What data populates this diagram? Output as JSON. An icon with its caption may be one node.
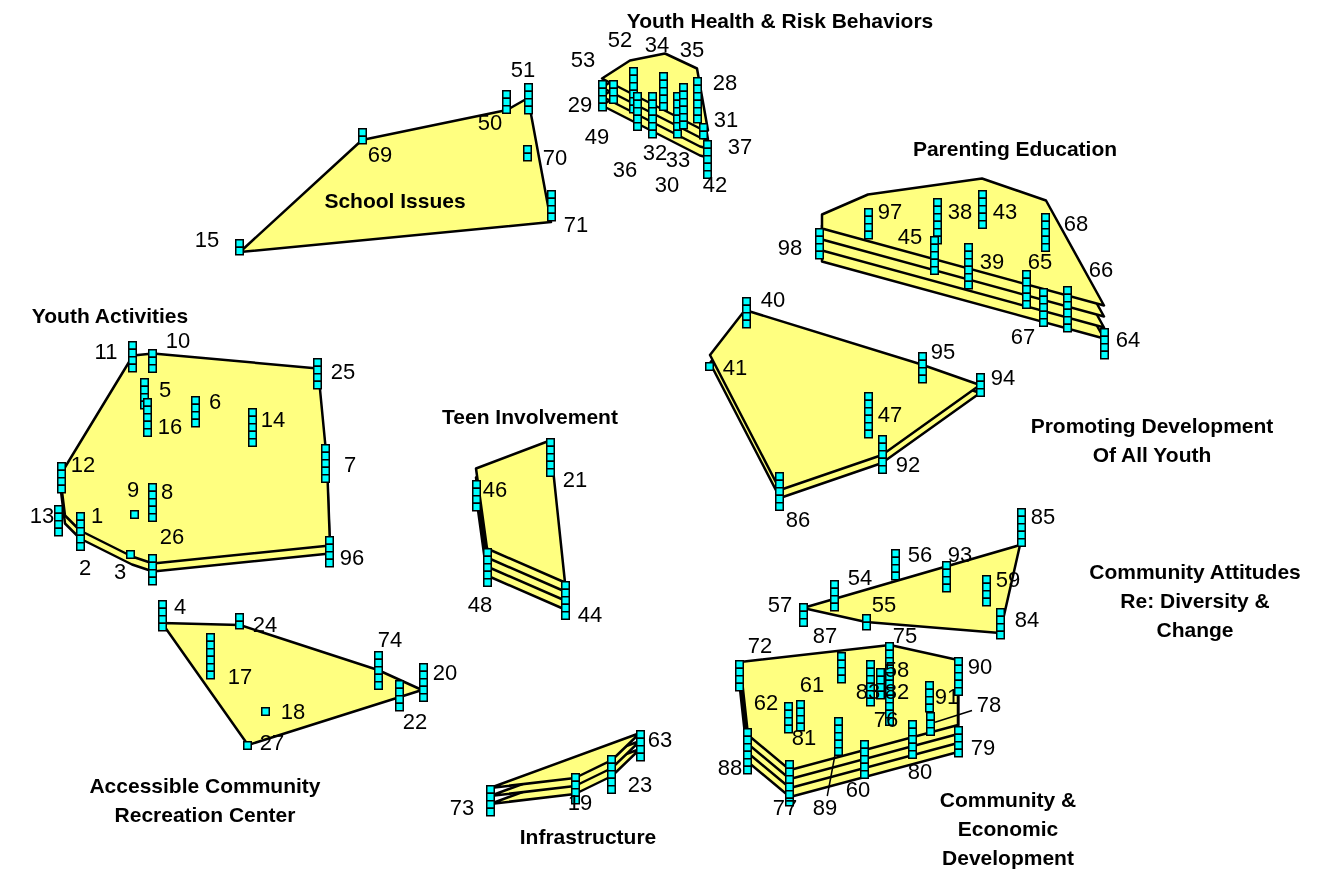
{
  "diagram": {
    "nodes": [
      {
        "text": [
          "School Issues"
        ]
      },
      {
        "text": [
          "Youth Health & Risk Behaviors"
        ]
      },
      {
        "text": [
          "Parenting Education"
        ]
      },
      {
        "text": [
          "Youth Activities"
        ]
      },
      {
        "text": [
          "Teen Involvement"
        ]
      },
      {
        "text": [
          "Promoting Development Of All Youth"
        ]
      },
      {
        "text": [
          "Accessible Community Recreation Center"
        ]
      },
      {
        "text": [
          "Infrastructure"
        ]
      },
      {
        "text": [
          "Community Attitudes Re: Diversity & Change"
        ]
      },
      {
        "text": [
          "Community & Economic Development"
        ]
      },
      {
        "text": [
          "78"
        ]
      },
      {
        "text": [],
        "shape": "bar",
        "in": 9
      },
      {
        "text": [
          "89"
        ]
      },
      {
        "text": [],
        "shape": "bar",
        "in": 9
      }
    ],
    "edges": [
      {
        "from": 10,
        "to": 13,
        "arrow": "none"
      },
      {
        "from": 12,
        "to": 11,
        "arrow": "none"
      }
    ],
    "labels": [
      "51",
      "50",
      "69",
      "70",
      "15",
      "71",
      "53",
      "52",
      "34",
      "35",
      "28",
      "29",
      "31",
      "49",
      "37",
      "32",
      "33",
      "36",
      "30",
      "42",
      "97",
      "38",
      "43",
      "68",
      "98",
      "45",
      "39",
      "65",
      "66",
      "67",
      "64",
      "40",
      "95",
      "41",
      "94",
      "47",
      "92",
      "86",
      "11",
      "10",
      "25",
      "5",
      "6",
      "16",
      "14",
      "12",
      "7",
      "9",
      "8",
      "13",
      "1",
      "26",
      "2",
      "3",
      "96",
      "21",
      "46",
      "48",
      "44",
      "4",
      "24",
      "74",
      "17",
      "20",
      "18",
      "22",
      "27",
      "63",
      "23",
      "73",
      "19",
      "85",
      "56",
      "93",
      "54",
      "59",
      "57",
      "55",
      "84",
      "72",
      "87",
      "75",
      "58",
      "90",
      "61",
      "83",
      "82",
      "91",
      "62",
      "76",
      "81",
      "79",
      "88",
      "80",
      "60",
      "77"
    ]
  }
}
